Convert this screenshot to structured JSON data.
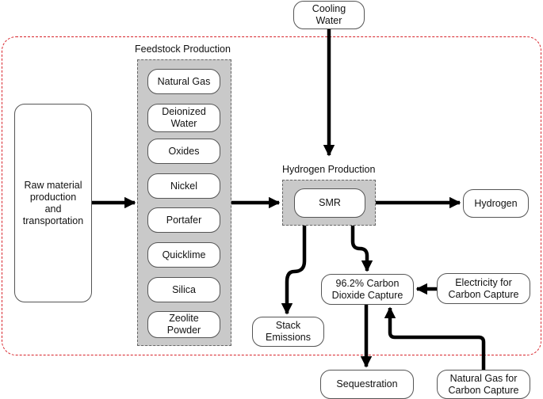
{
  "system_boundary": {
    "color": "#d8232a"
  },
  "feedstock": {
    "title": "Feedstock Production",
    "items": [
      "Natural Gas",
      "Deionized\nWater",
      "Oxides",
      "Nickel",
      "Portafer",
      "Quicklime",
      "Silica",
      "Zeolite\nPowder"
    ]
  },
  "raw_material": "Raw material\nproduction\nand\ntransportation",
  "cooling_water": "Cooling\nWater",
  "hydrogen_production": {
    "title": "Hydrogen Production",
    "smr": "SMR"
  },
  "hydrogen": "Hydrogen",
  "carbon_capture": "96.2% Carbon\nDioxide Capture",
  "electricity": "Electricity for\nCarbon Capture",
  "natural_gas_cc": "Natural Gas for\nCarbon Capture",
  "stack_emissions": "Stack\nEmissions",
  "sequestration": "Sequestration"
}
